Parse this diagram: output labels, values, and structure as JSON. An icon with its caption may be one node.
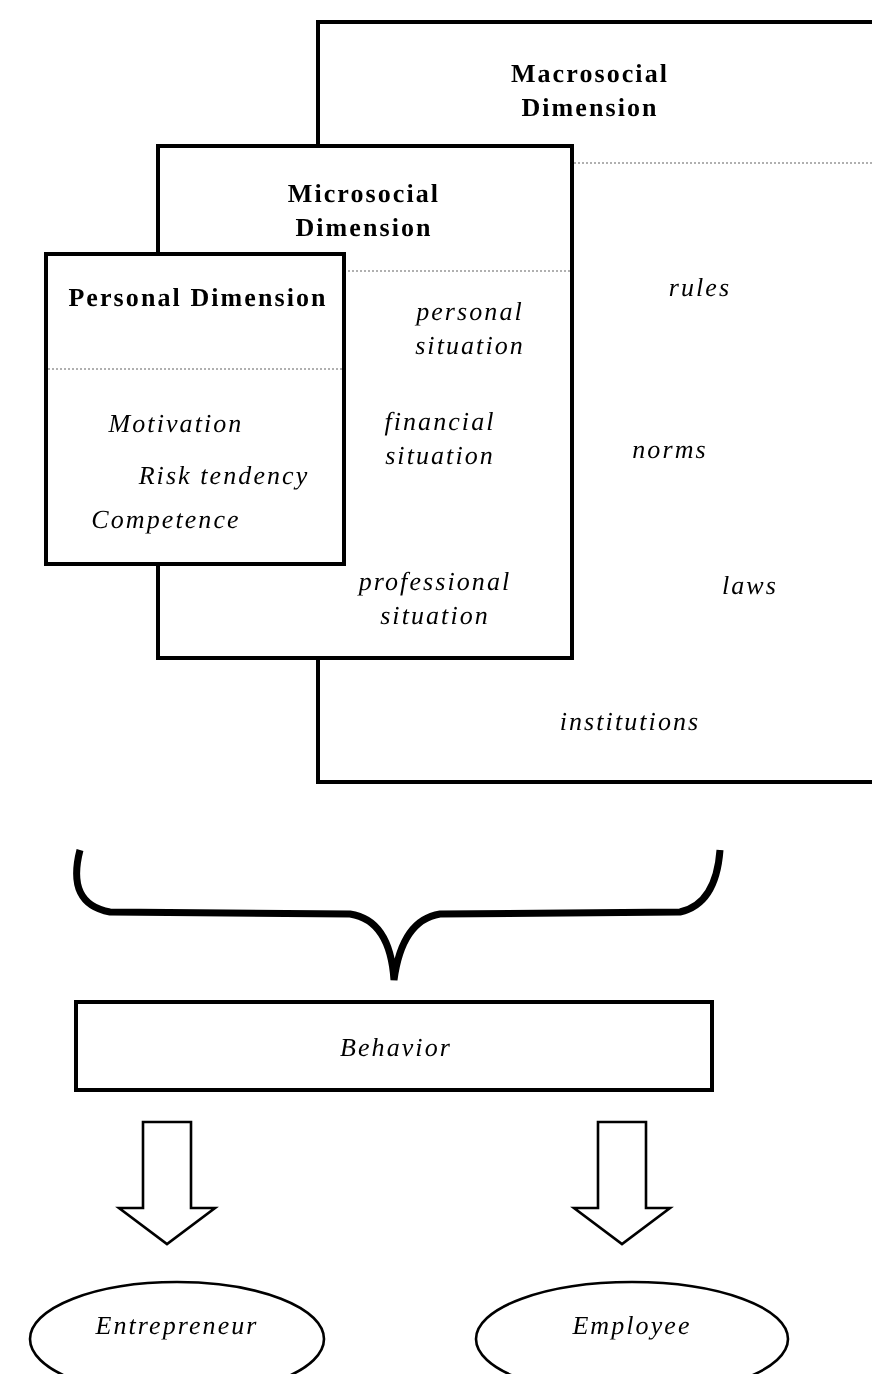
{
  "diagram": {
    "nodes": [
      {
        "text": [
          "Macrosocial Dimension",
          "rules",
          "norms",
          "laws",
          "institutions"
        ]
      },
      {
        "text": [
          "Microsocial Dimension",
          "personal situation",
          "financial situation",
          "professional situation"
        ]
      },
      {
        "text": [
          "Personal Dimension",
          "Motivation",
          "Risk tendency",
          "Competence"
        ]
      },
      {
        "text": [
          "Behavior"
        ]
      },
      {
        "text": [
          "Entrepreneur"
        ]
      },
      {
        "text": [
          "Employee"
        ]
      }
    ],
    "edges": [
      {
        "from": 3,
        "to": 4,
        "arrow": "to"
      },
      {
        "from": 3,
        "to": 5,
        "arrow": "to"
      }
    ]
  }
}
